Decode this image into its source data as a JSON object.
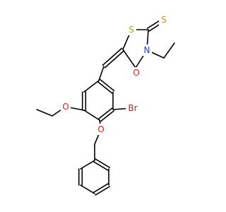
{
  "molecule": {
    "atoms": [
      {
        "label": "S",
        "color": "#b8a000"
      },
      {
        "label": "S",
        "color": "#b8a000"
      },
      {
        "label": "N",
        "color": "#1f3fd8"
      },
      {
        "label": "O",
        "color": "#e0201b"
      },
      {
        "label": "O",
        "color": "#e0201b"
      },
      {
        "label": "O",
        "color": "#e0201b"
      },
      {
        "label": "Br",
        "color": "#a52a2a"
      }
    ]
  }
}
